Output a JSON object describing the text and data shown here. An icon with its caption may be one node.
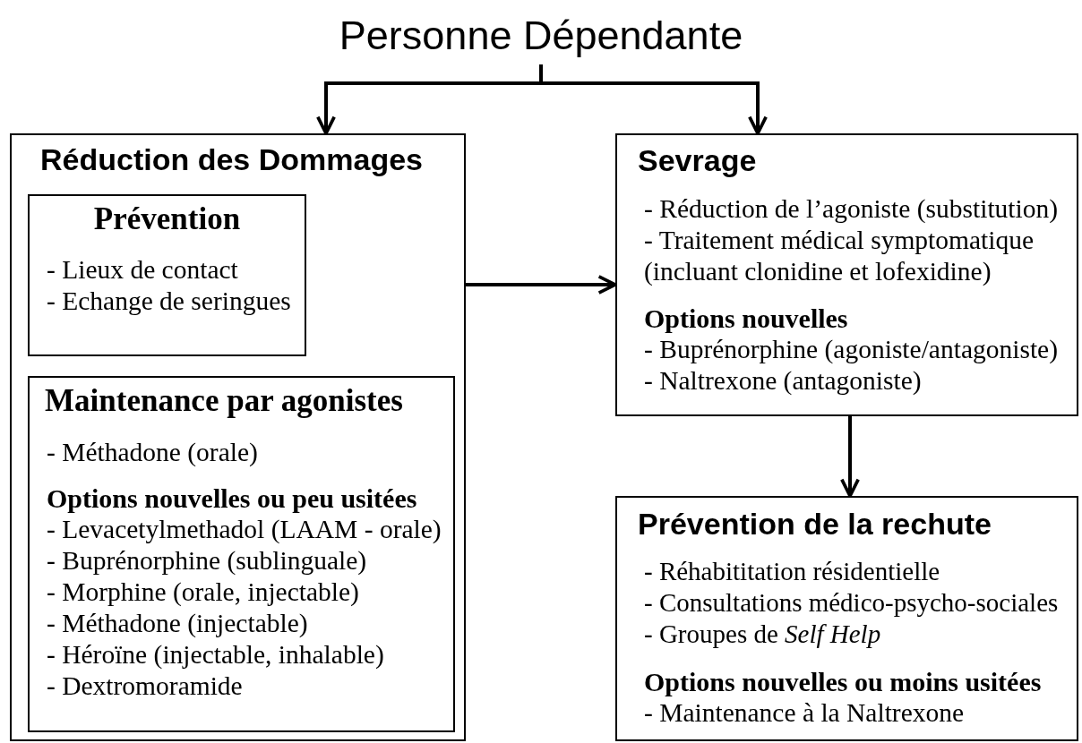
{
  "diagram": {
    "nodes": [
      {
        "text": [
          "Personne Dépendante"
        ]
      },
      {
        "text": [
          "Réduction des Dommages"
        ]
      },
      {
        "text": [
          "Prévention",
          "- Lieux de contact",
          "- Echange de seringues"
        ],
        "in": 1
      },
      {
        "text": [
          "Maintenance par agonistes",
          "- Méthadone (orale)",
          "Options nouvelles ou peu usitées",
          "- Levacetylmethadol (LAAM - orale)",
          "- Buprénorphine (sublinguale)",
          "- Morphine (orale, injectable)",
          "- Méthadone (injectable)",
          "- Héroïne (injectable, inhalable)",
          "- Dextromoramide"
        ],
        "in": 1
      },
      {
        "text": [
          "Sevrage",
          "- Réduction de l’agoniste (substitution)",
          "- Traitement médical symptomatique (incluant clonidine et lofexidine)",
          "Options nouvelles",
          "- Buprénorphine (agoniste/antagoniste)",
          "- Naltrexone (antagoniste)"
        ]
      },
      {
        "text": [
          "Prévention de la rechute",
          "- Réhabititation résidentielle",
          "- Consultations médico-psycho-sociales",
          "- Groupes de *Self Help*",
          "Options nouvelles ou moins usitées",
          "- Maintenance à la Naltrexone"
        ]
      }
    ],
    "edges": [
      {
        "from": 0,
        "to": 1,
        "arrow": "to"
      },
      {
        "from": 0,
        "to": 4,
        "arrow": "to"
      },
      {
        "from": 1,
        "to": 4,
        "arrow": "to"
      },
      {
        "from": 4,
        "to": 5,
        "arrow": "to"
      }
    ]
  }
}
